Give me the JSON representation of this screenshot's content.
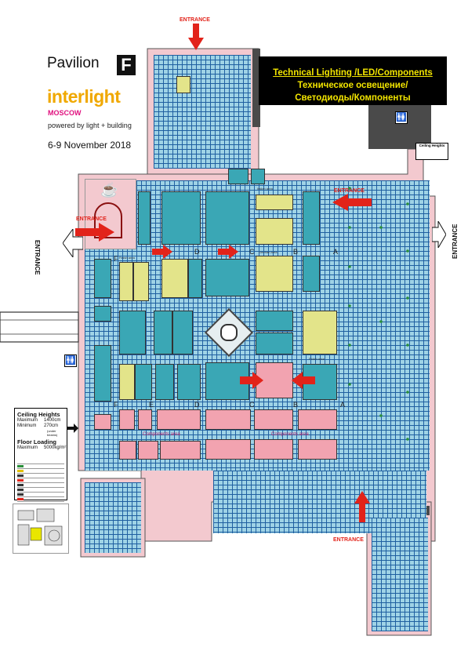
{
  "header": {
    "pavilion_word": "Pavilion",
    "pavilion_letter": "F",
    "brand": "interlight",
    "city": "MOSCOW",
    "powered": "powered by light + building",
    "dates": "6-9 November 2018"
  },
  "banner": {
    "line1": "Technical Lighting /LED/Components",
    "line2": "Техническое освещение/",
    "line3": "Светодиоды/Компоненты"
  },
  "entrances": {
    "top": "ENTRANCE",
    "left_red": "ENTRANCE",
    "left_vertical": "ENTRANCE",
    "right_red": "ENTRANCE",
    "right_vertical": "ENTRANCE",
    "bottom": "ENTRANCE"
  },
  "row_letters_top": [
    "F",
    "D",
    "C",
    "B",
    "A"
  ],
  "row_letters_bottom": [
    "F",
    "E",
    "D",
    "C",
    "B",
    "A"
  ],
  "area_labels": {
    "finish_top": "Finish area",
    "finish_mid": "Finish area",
    "italian_area": "Italian area",
    "german_area": "German area",
    "components_left": "Components area",
    "components_right": "Components area"
  },
  "ceiling_box": {
    "title": "Ceiling Heights",
    "maximum_label": "Maximum",
    "maximum_value": "1400cm",
    "minimum_label": "Minimum",
    "minimum_value": "270cm",
    "minimum_note": "(under beams)",
    "floor_title": "Floor Loading",
    "floor_max_label": "Maximum",
    "floor_max_value": "5000kg/m²"
  },
  "ceiling_small": "Ceiling Heights",
  "colors": {
    "grid_fill": "#9fd3e6",
    "teal_booth": "#3aa7b5",
    "yellow_booth": "#e3e48a",
    "pink_booth": "#f2a3b0",
    "arrow_red": "#e2231a",
    "banner_bg": "#000000",
    "banner_text": "#f2e500"
  },
  "icons": {
    "restroom_right": "restroom-icon",
    "restroom_left": "restroom-icon",
    "cafe": "coffee-cup-icon",
    "center_feature": "fountain-icon"
  }
}
